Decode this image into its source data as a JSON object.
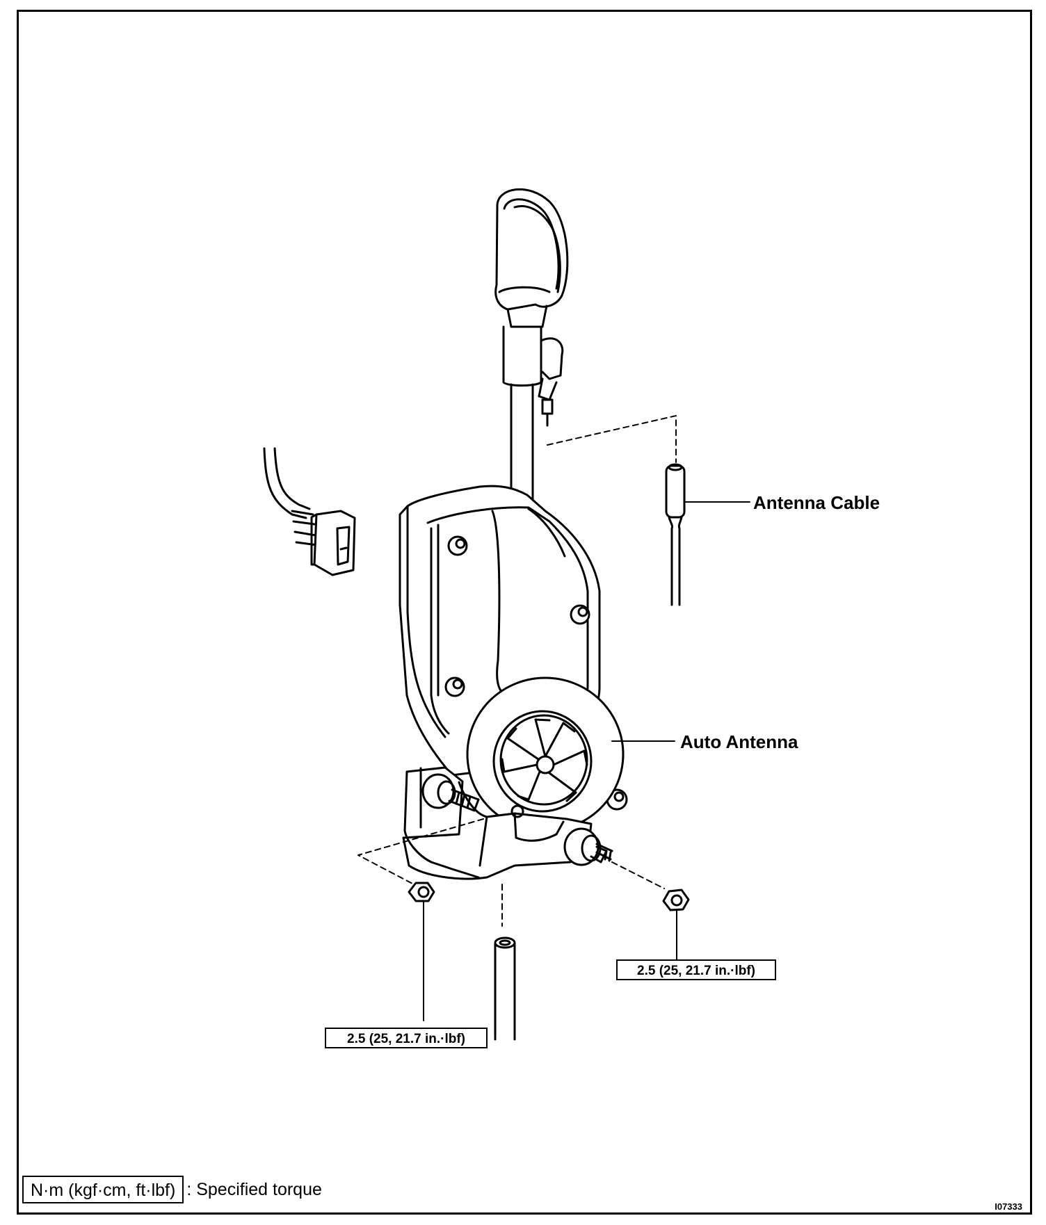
{
  "labels": {
    "antenna_cable": "Antenna Cable",
    "auto_antenna": "Auto Antenna"
  },
  "torques": {
    "left": "2.5 (25, 21.7 in.·lbf)",
    "right": "2.5 (25, 21.7 in.·lbf)"
  },
  "legend": {
    "unit_box": "N·m (kgf·cm, ft·lbf)",
    "text": ": Specified torque"
  },
  "figure_id": "I07333"
}
